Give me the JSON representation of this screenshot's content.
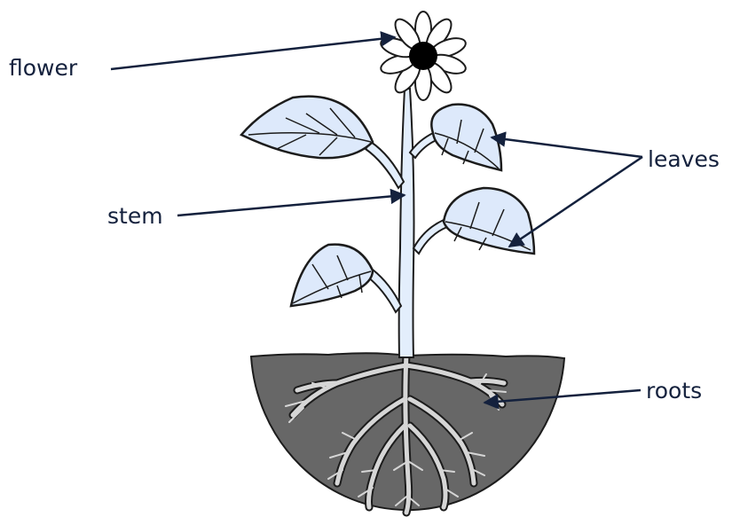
{
  "labels": {
    "flower": "flower",
    "stem": "stem",
    "leaves": "leaves",
    "roots": "roots"
  },
  "colors": {
    "label_text": "#14213d",
    "leader_line": "#14213d",
    "leaf_fill": "#dde9fb",
    "stem_fill": "#e3eefc",
    "soil_fill": "#676767",
    "root_fill": "#d6d6d6",
    "outline": "#1c1c1c",
    "flower_center": "#000000"
  }
}
